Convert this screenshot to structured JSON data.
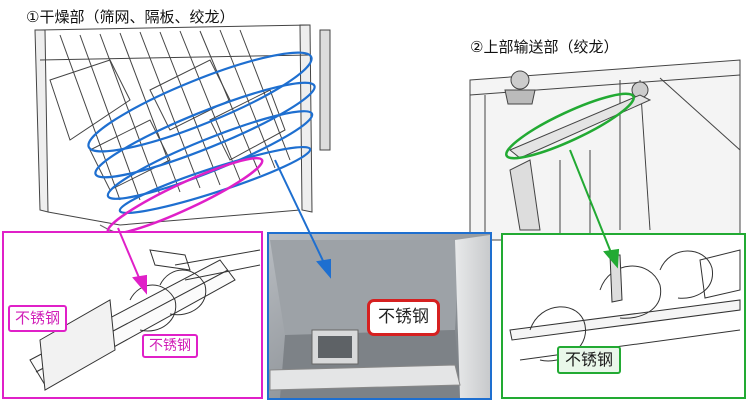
{
  "section1": {
    "title": "①干燥部（筛网、隔板、绞龙）"
  },
  "section2": {
    "title": "②上部输送部（绞龙）"
  },
  "labels": {
    "pink_main": "不锈钢",
    "pink_small": "不锈钢",
    "blue_photo": "不锈钢",
    "green_auger": "不锈钢"
  },
  "colors": {
    "pink": "#e020c8",
    "blue": "#1e6fd0",
    "green": "#22aa33",
    "red": "#d62020"
  }
}
